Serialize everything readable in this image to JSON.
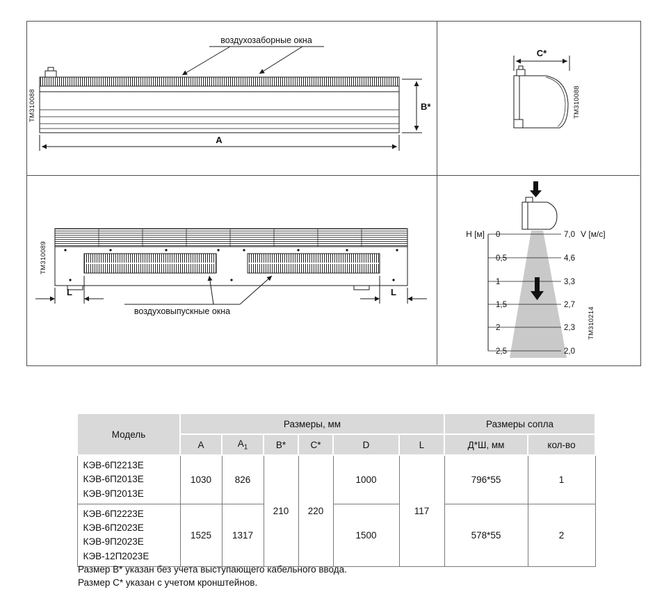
{
  "drawings": {
    "front_view": {
      "intake_label": "воздухозаборные окна",
      "dim_a": "A",
      "dim_b": "B*",
      "tm_code": "TM310088"
    },
    "side_view": {
      "dim_c": "C*",
      "tm_code": "TM310088"
    },
    "bottom_view": {
      "outlet_label": "воздуховыпускные окна",
      "dim_l": "L",
      "tm_code": "TM310089"
    },
    "airflow": {
      "h_axis_label": "H [м]",
      "v_axis_label": "V [м/с]",
      "h_values": [
        "0",
        "0,5",
        "1",
        "1,5",
        "2",
        "2,5"
      ],
      "v_values": [
        "7,0",
        "4,6",
        "3,3",
        "2,7",
        "2,3",
        "2,0"
      ],
      "tm_code": "TM310214"
    }
  },
  "table": {
    "header": {
      "model": "Модель",
      "dims_group": "Размеры, мм",
      "nozzle_group": "Размеры сопла",
      "col_a": "A",
      "col_a1": "A",
      "col_a1_sub": "1",
      "col_b": "B*",
      "col_c": "C*",
      "col_d": "D",
      "col_l": "L",
      "col_nozzle": "Д*Ш, мм",
      "col_count": "кол-во"
    },
    "rows": [
      {
        "models": [
          "КЭВ-6П2213Е",
          "КЭВ-6П2013Е",
          "КЭВ-9П2013Е"
        ],
        "a": "1030",
        "a1": "826",
        "d": "1000",
        "nozzle": "796*55",
        "count": "1"
      },
      {
        "models": [
          "КЭВ-6П2223Е",
          "КЭВ-6П2023Е",
          "КЭВ-9П2023Е",
          "КЭВ-12П2023Е"
        ],
        "a": "1525",
        "a1": "1317",
        "d": "1500",
        "nozzle": "578*55",
        "count": "2"
      }
    ],
    "shared": {
      "b": "210",
      "c": "220",
      "l": "117"
    }
  },
  "notes": [
    "Размер B* указан без учета выступающего кабельного ввода.",
    "Размер C* указан с учетом кронштейнов."
  ]
}
